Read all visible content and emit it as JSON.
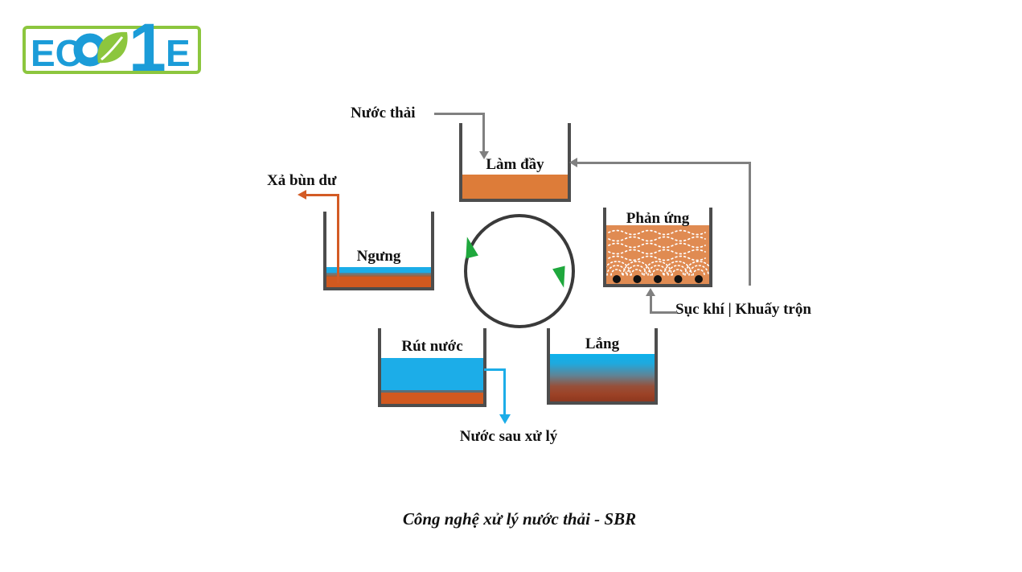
{
  "logo": {
    "brand": "ECOONE",
    "part_ec": "EC",
    "part_digit": "1",
    "part_e": "E",
    "blue": "#1B9CD8",
    "green": "#8CC63E"
  },
  "stages": {
    "fill": "Làm đầy",
    "react": "Phản ứng",
    "settle": "Lắng",
    "decant": "Rút nước",
    "idle": "Ngưng"
  },
  "annotations": {
    "influent": "Nước thải",
    "aeration_mixing": "Sục khí | Khuấy trộn",
    "treated_water": "Nước sau xử lý",
    "excess_sludge": "Xả bùn dư"
  },
  "caption": "Công nghệ xử lý nước thải - SBR",
  "colors": {
    "wastewater_orange": "#DD7C39",
    "react_orange": "#E08B52",
    "sludge_orange": "#D2591F",
    "water_blue": "#1CADE8",
    "settle_gradient_top": "#0DB2EC",
    "settle_gradient_bottom": "#8E381F",
    "tank_wall_gray": "#4D4D4D",
    "connector_gray": "#808080",
    "cycle_arrow_green": "#1FA83D",
    "sludge_arrow_orange": "#D35B25"
  }
}
